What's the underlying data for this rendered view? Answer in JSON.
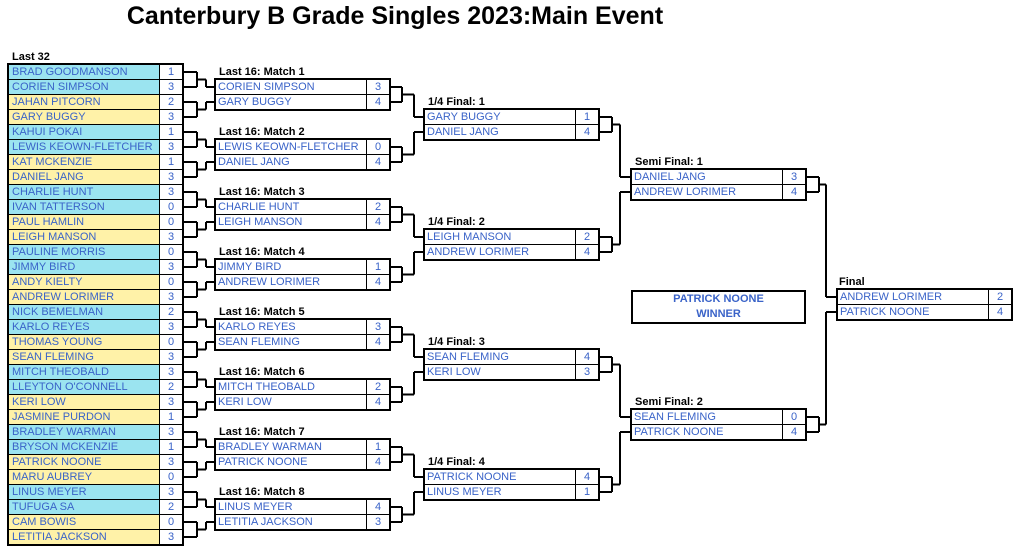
{
  "title": "Canterbury B Grade Singles 2023:Main Event",
  "round_labels": {
    "last32": "Last 32",
    "l16": [
      "Last 16: Match 1",
      "Last 16: Match 2",
      "Last 16: Match 3",
      "Last 16: Match 4",
      "Last 16: Match 5",
      "Last 16: Match 6",
      "Last 16: Match 7",
      "Last 16: Match 8"
    ],
    "qf": [
      "1/4 Final: 1",
      "1/4 Final: 2",
      "1/4 Final: 3",
      "1/4 Final: 4"
    ],
    "sf": [
      "Semi Final: 1",
      "Semi Final: 2"
    ],
    "final": "Final"
  },
  "last32": [
    {
      "name": "BRAD GOODMANSON",
      "score": "1"
    },
    {
      "name": "CORIEN SIMPSON",
      "score": "3"
    },
    {
      "name": "JAHAN PITCORN",
      "score": "2"
    },
    {
      "name": "GARY BUGGY",
      "score": "3"
    },
    {
      "name": "KAHUI POKAI",
      "score": "1"
    },
    {
      "name": "LEWIS KEOWN-FLETCHER",
      "score": "3"
    },
    {
      "name": "KAT MCKENZIE",
      "score": "1"
    },
    {
      "name": "DANIEL JANG",
      "score": "3"
    },
    {
      "name": "CHARLIE HUNT",
      "score": "3"
    },
    {
      "name": "IVAN TATTERSON",
      "score": "0"
    },
    {
      "name": "PAUL HAMLIN",
      "score": "0"
    },
    {
      "name": "LEIGH MANSON",
      "score": "3"
    },
    {
      "name": "PAULINE MORRIS",
      "score": "0"
    },
    {
      "name": "JIMMY BIRD",
      "score": "3"
    },
    {
      "name": "ANDY KIELTY",
      "score": "0"
    },
    {
      "name": "ANDREW LORIMER",
      "score": "3"
    },
    {
      "name": "NICK BEMELMAN",
      "score": "2"
    },
    {
      "name": "KARLO REYES",
      "score": "3"
    },
    {
      "name": "THOMAS YOUNG",
      "score": "0"
    },
    {
      "name": "SEAN FLEMING",
      "score": "3"
    },
    {
      "name": "MITCH THEOBALD",
      "score": "3"
    },
    {
      "name": "LLEYTON O'CONNELL",
      "score": "2"
    },
    {
      "name": "KERI LOW",
      "score": "3"
    },
    {
      "name": "JASMINE PURDON",
      "score": "1"
    },
    {
      "name": "BRADLEY WARMAN",
      "score": "3"
    },
    {
      "name": "BRYSON MCKENZIE",
      "score": "1"
    },
    {
      "name": "PATRICK NOONE",
      "score": "3"
    },
    {
      "name": "MARU AUBREY",
      "score": "0"
    },
    {
      "name": "LINUS MEYER",
      "score": "3"
    },
    {
      "name": "TUFUGA SA",
      "score": "2"
    },
    {
      "name": "CAM BOWIS",
      "score": "0"
    },
    {
      "name": "LETITIA JACKSON",
      "score": "3"
    }
  ],
  "last16": [
    [
      {
        "name": "CORIEN SIMPSON",
        "score": "3"
      },
      {
        "name": "GARY BUGGY",
        "score": "4"
      }
    ],
    [
      {
        "name": "LEWIS KEOWN-FLETCHER",
        "score": "0"
      },
      {
        "name": "DANIEL JANG",
        "score": "4"
      }
    ],
    [
      {
        "name": "CHARLIE HUNT",
        "score": "2"
      },
      {
        "name": "LEIGH MANSON",
        "score": "4"
      }
    ],
    [
      {
        "name": "JIMMY BIRD",
        "score": "1"
      },
      {
        "name": "ANDREW LORIMER",
        "score": "4"
      }
    ],
    [
      {
        "name": "KARLO REYES",
        "score": "3"
      },
      {
        "name": "SEAN FLEMING",
        "score": "4"
      }
    ],
    [
      {
        "name": "MITCH THEOBALD",
        "score": "2"
      },
      {
        "name": "KERI LOW",
        "score": "4"
      }
    ],
    [
      {
        "name": "BRADLEY WARMAN",
        "score": "1"
      },
      {
        "name": "PATRICK NOONE",
        "score": "4"
      }
    ],
    [
      {
        "name": "LINUS MEYER",
        "score": "4"
      },
      {
        "name": "LETITIA JACKSON",
        "score": "3"
      }
    ]
  ],
  "quarterfinals": [
    [
      {
        "name": "GARY BUGGY",
        "score": "1"
      },
      {
        "name": "DANIEL JANG",
        "score": "4"
      }
    ],
    [
      {
        "name": "LEIGH MANSON",
        "score": "2"
      },
      {
        "name": "ANDREW LORIMER",
        "score": "4"
      }
    ],
    [
      {
        "name": "SEAN FLEMING",
        "score": "4"
      },
      {
        "name": "KERI LOW",
        "score": "3"
      }
    ],
    [
      {
        "name": "PATRICK NOONE",
        "score": "4"
      },
      {
        "name": "LINUS MEYER",
        "score": "1"
      }
    ]
  ],
  "semifinals": [
    [
      {
        "name": "DANIEL JANG",
        "score": "3"
      },
      {
        "name": "ANDREW LORIMER",
        "score": "4"
      }
    ],
    [
      {
        "name": "SEAN FLEMING",
        "score": "0"
      },
      {
        "name": "PATRICK NOONE",
        "score": "4"
      }
    ]
  ],
  "final": [
    {
      "name": "ANDREW LORIMER",
      "score": "2"
    },
    {
      "name": "PATRICK NOONE",
      "score": "4"
    }
  ],
  "winner": {
    "name": "PATRICK NOONE",
    "label": "WINNER"
  },
  "colors": {
    "name_text": "#3a63c8",
    "highlight_blue": "#9be4f0",
    "highlight_yellow": "#fff2a8",
    "border": "#000000"
  }
}
